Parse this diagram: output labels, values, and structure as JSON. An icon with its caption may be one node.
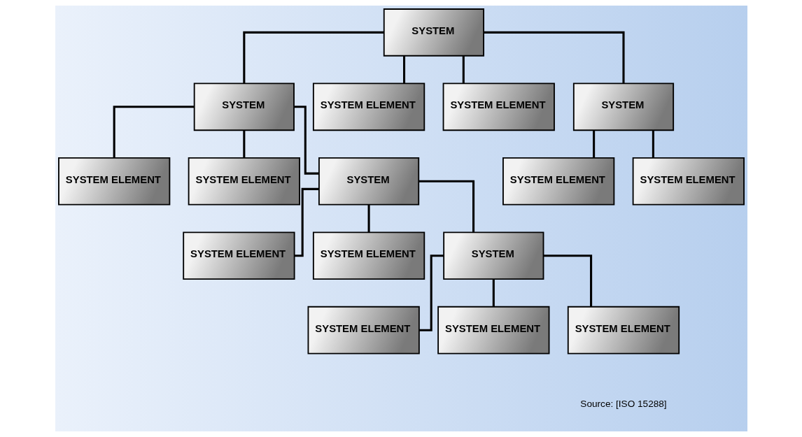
{
  "diagram": {
    "nodes": [
      {
        "text": [
          "SYSTEM"
        ]
      },
      {
        "text": [
          "SYSTEM"
        ]
      },
      {
        "text": [
          "SYSTEM ELEMENT"
        ]
      },
      {
        "text": [
          "SYSTEM ELEMENT"
        ]
      },
      {
        "text": [
          "SYSTEM"
        ]
      },
      {
        "text": [
          "SYSTEM ELEMENT"
        ]
      },
      {
        "text": [
          "SYSTEM ELEMENT"
        ]
      },
      {
        "text": [
          "SYSTEM"
        ]
      },
      {
        "text": [
          "SYSTEM ELEMENT"
        ]
      },
      {
        "text": [
          "SYSTEM ELEMENT"
        ]
      },
      {
        "text": [
          "SYSTEM ELEMENT"
        ]
      },
      {
        "text": [
          "SYSTEM ELEMENT"
        ]
      },
      {
        "text": [
          "SYSTEM"
        ]
      },
      {
        "text": [
          "SYSTEM ELEMENT"
        ]
      },
      {
        "text": [
          "SYSTEM ELEMENT"
        ]
      },
      {
        "text": [
          "SYSTEM ELEMENT"
        ]
      }
    ],
    "edges": [
      {
        "from": 0,
        "to": 1,
        "arrow": "none"
      },
      {
        "from": 0,
        "to": 2,
        "arrow": "none"
      },
      {
        "from": 0,
        "to": 3,
        "arrow": "none"
      },
      {
        "from": 0,
        "to": 4,
        "arrow": "none"
      },
      {
        "from": 1,
        "to": 5,
        "arrow": "none"
      },
      {
        "from": 1,
        "to": 6,
        "arrow": "none"
      },
      {
        "from": 1,
        "to": 7,
        "arrow": "none"
      },
      {
        "from": 4,
        "to": 8,
        "arrow": "none"
      },
      {
        "from": 4,
        "to": 9,
        "arrow": "none"
      },
      {
        "from": 7,
        "to": 10,
        "arrow": "none"
      },
      {
        "from": 7,
        "to": 11,
        "arrow": "none"
      },
      {
        "from": 7,
        "to": 12,
        "arrow": "none"
      },
      {
        "from": 12,
        "to": 13,
        "arrow": "none"
      },
      {
        "from": 12,
        "to": 14,
        "arrow": "none"
      },
      {
        "from": 12,
        "to": 15,
        "arrow": "none"
      }
    ],
    "labels": [
      "Source: [ISO 15288]"
    ]
  }
}
